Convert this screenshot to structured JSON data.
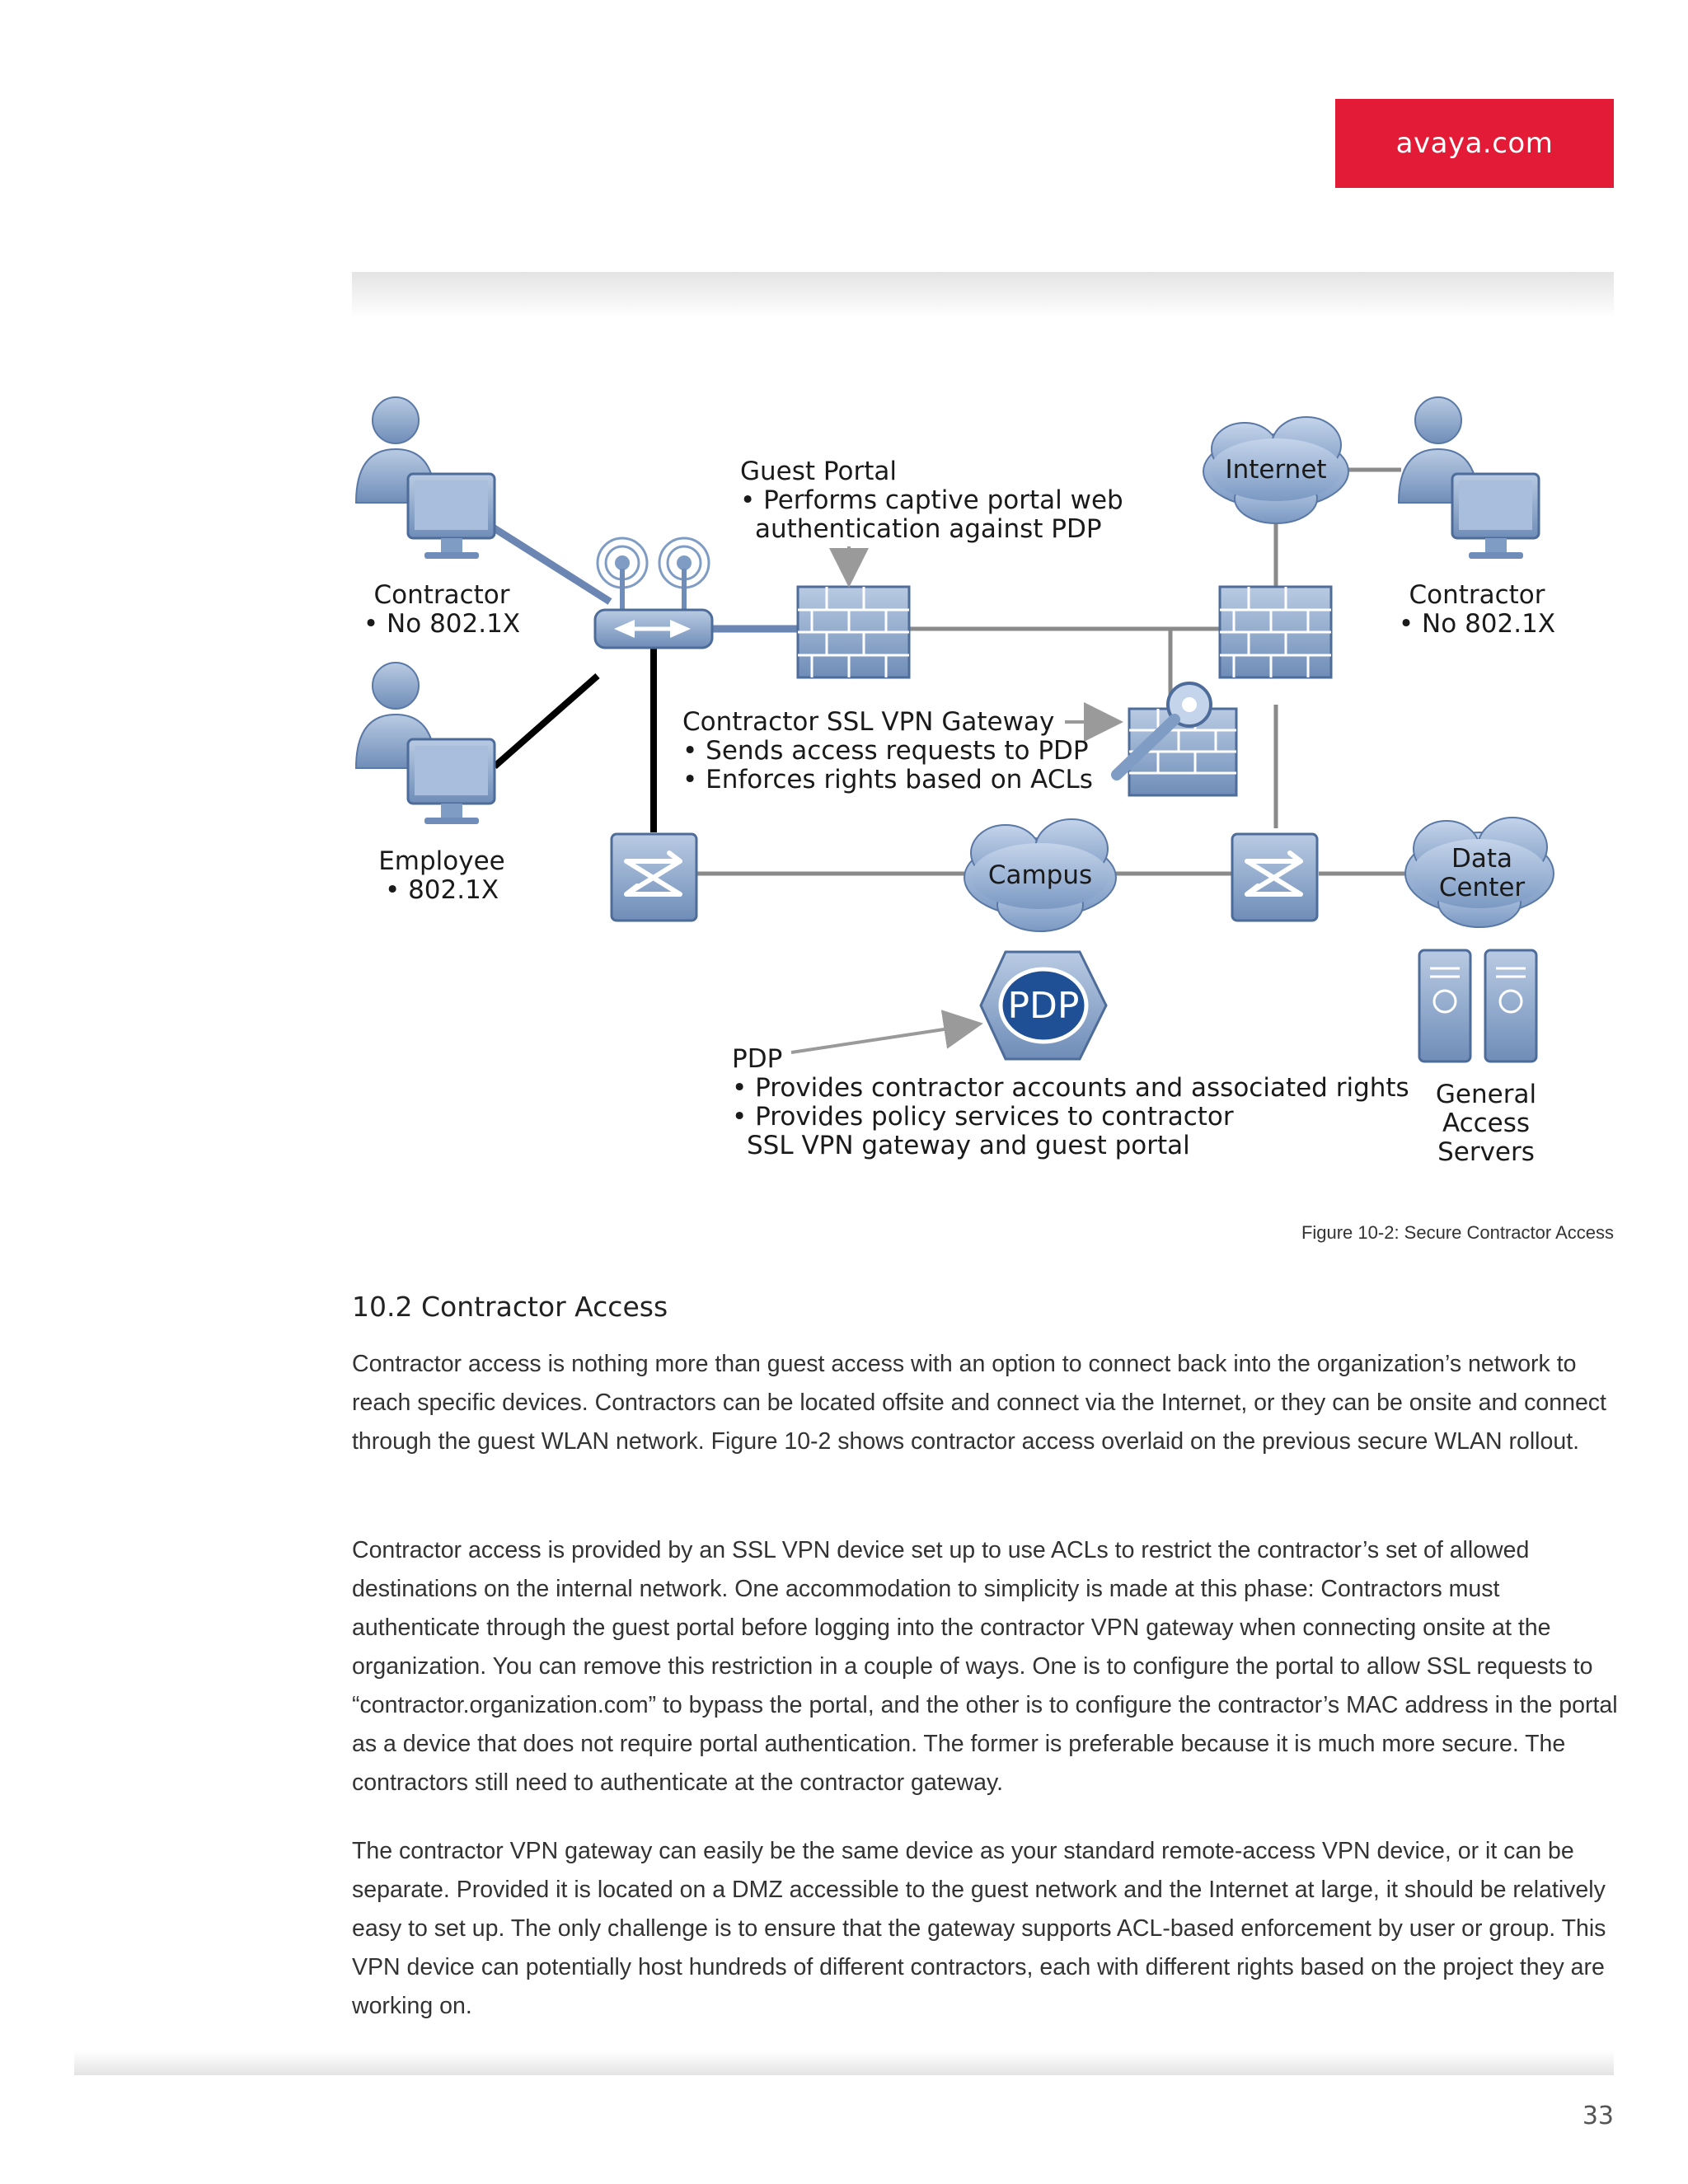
{
  "header": {
    "brand": "avaya.com"
  },
  "diagram": {
    "labels": {
      "contractor_left_title": "Contractor",
      "contractor_left_detail": "• No 802.1X",
      "employee_title": "Employee",
      "employee_detail": "• 802.1X",
      "guest_portal_title": "Guest Portal",
      "guest_portal_line1": "• Performs captive portal web",
      "guest_portal_line2": "authentication against PDP",
      "internet": "Internet",
      "contractor_right_title": "Contractor",
      "contractor_right_detail": "• No 802.1X",
      "ssl_gateway_title": "Contractor SSL VPN Gateway",
      "ssl_gateway_line1": "• Sends access requests to PDP",
      "ssl_gateway_line2": "• Enforces rights based on ACLs",
      "campus": "Campus",
      "data_center_line1": "Data",
      "data_center_line2": "Center",
      "pdp_badge": "PDP",
      "pdp_title": "PDP",
      "pdp_line1": "• Provides contractor accounts and associated rights",
      "pdp_line2": "• Provides policy services to contractor",
      "pdp_line3": "SSL VPN gateway and guest portal",
      "servers_line1": "General",
      "servers_line2": "Access",
      "servers_line3": "Servers"
    },
    "colors": {
      "device": "#7f9cc4",
      "device_dark": "#4e6c99",
      "link": "#8a8a8a",
      "wired": "#000000",
      "wireless_link": "#6b86b3",
      "arrow": "#9a9a9a"
    }
  },
  "figure_caption": "Figure 10-2: Secure Contractor Access",
  "section": {
    "heading": "10.2 Contractor Access",
    "paragraphs": [
      "Contractor access is nothing more than guest access with an option to connect back into the organization’s network to reach specific devices. Contractors can be located offsite and connect via the Internet, or they can be onsite and connect through the guest WLAN network. Figure 10-2 shows contractor access overlaid on the previous secure WLAN rollout.",
      "Contractor access is provided by an SSL VPN device set up to use ACLs to restrict the contractor’s set of allowed destinations on the internal network. One accommodation to simplicity is made at this phase: Contractors must authenticate through the guest portal before logging into the contractor VPN gateway when connecting onsite at the organization. You can remove this restriction in a couple of ways. One is to configure the portal to allow SSL requests to “contractor.organization.com” to bypass the portal, and the other is to configure the contractor’s MAC address in the portal as a device that does not require portal authentication. The former is preferable because it is much more secure. The contractors still need to authenticate at the contractor gateway.",
      "The contractor VPN gateway can easily be the same device as your standard remote-access VPN device, or it can be separate. Provided it is located on a DMZ accessible to the guest network and the Internet at large, it should be relatively easy to set up. The only challenge is to ensure that the gateway supports ACL-based enforcement by user or group. This VPN device can potentially host hundreds of different contractors, each with different rights based on the project they are working on."
    ]
  },
  "footer": {
    "page_number": "33"
  }
}
